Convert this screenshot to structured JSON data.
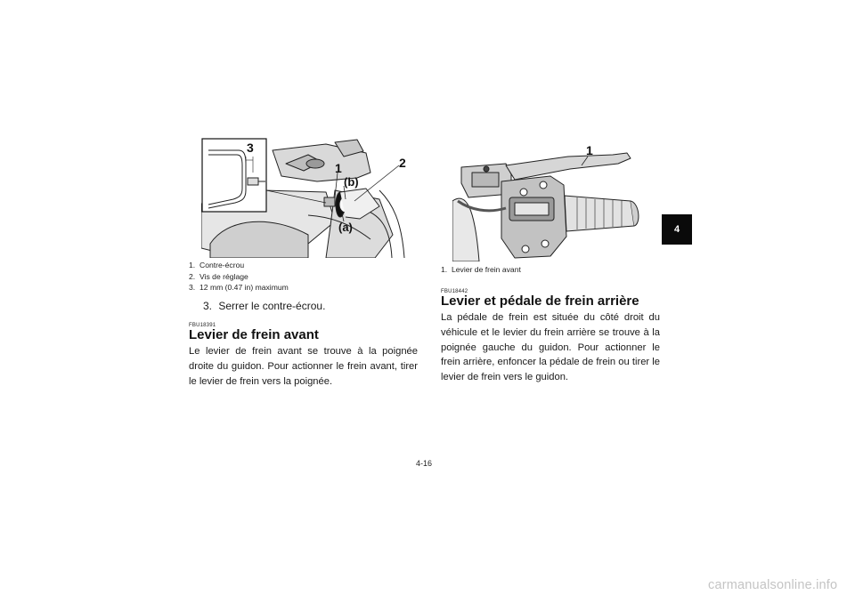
{
  "left_figure": {
    "callouts": {
      "c1": "1",
      "c2": "2",
      "c3": "3",
      "ca": "(a)",
      "cb": "(b)"
    }
  },
  "left_caption": [
    {
      "num": "1.",
      "text": "Contre-écrou"
    },
    {
      "num": "2.",
      "text": "Vis de réglage"
    },
    {
      "num": "3.",
      "text": "12 mm (0.47 in) maximum"
    }
  ],
  "step3": {
    "num": "3.",
    "text": "Serrer le contre-écrou."
  },
  "section_front": {
    "code": "FBU18391",
    "title": "Levier de frein avant",
    "body": "Le levier de frein avant se trouve à la poignée droite du guidon. Pour actionner le frein avant, tirer le levier de frein vers la poignée."
  },
  "right_figure": {
    "callouts": {
      "c1": "1"
    }
  },
  "right_caption": [
    {
      "num": "1.",
      "text": "Levier de frein avant"
    }
  ],
  "section_rear": {
    "code": "FBU18442",
    "title": "Levier et pédale de frein arrière",
    "body": "La pédale de frein est située du côté droit du véhicule et le levier du frein arrière se trouve à la poignée gauche du guidon. Pour actionner le frein arrière, enfoncer la pédale de frein ou tirer le levier de frein vers le guidon."
  },
  "chapter_tab": "4",
  "page_number": "4-16",
  "watermark": "carmanualsonline.info"
}
